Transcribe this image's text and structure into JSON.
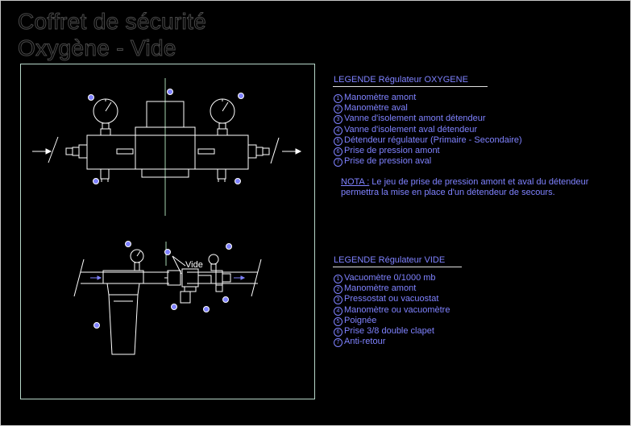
{
  "title": {
    "line1": "Coffret de sécurité",
    "line2": "Oxygène - Vide"
  },
  "legend_oxygen": {
    "title": "LEGENDE Régulateur OXYGENE",
    "items": [
      {
        "num": "1",
        "label": "Manomètre amont"
      },
      {
        "num": "2",
        "label": "Manomètre aval"
      },
      {
        "num": "3",
        "label": "Vanne d'isolement amont détendeur"
      },
      {
        "num": "4",
        "label": "Vanne d'isolement aval détendeur"
      },
      {
        "num": "5",
        "label": "Détendeur régulateur (Primaire - Secondaire)"
      },
      {
        "num": "6",
        "label": "Prise de pression amont"
      },
      {
        "num": "7",
        "label": "Prise de pression aval"
      }
    ],
    "note_label": "NOTA :",
    "note_line1": " Le jeu de prise de pression amont et aval du détendeur",
    "note_line2": "permettra la mise en place d'un détendeur de secours."
  },
  "legend_vide": {
    "title": "LEGENDE Régulateur VIDE",
    "items": [
      {
        "num": "1",
        "label": "Vacuomètre 0/1000 mb"
      },
      {
        "num": "2",
        "label": "Manomètre amont"
      },
      {
        "num": "3",
        "label": "Pressostat ou vacuostat"
      },
      {
        "num": "4",
        "label": "Manomètre ou vacuomètre"
      },
      {
        "num": "5",
        "label": "Poignée"
      },
      {
        "num": "6",
        "label": "Prise 3/8 double clapet"
      },
      {
        "num": "7",
        "label": "Anti-retour"
      }
    ]
  },
  "diagram": {
    "vide_label": "Vide"
  },
  "colors": {
    "background": "#000000",
    "drawing": "#ffffff",
    "legend": "#7f82ff",
    "arrow": "#7f82ff",
    "frame": "#b7d7c9",
    "centerline": "#a6d4b0"
  }
}
